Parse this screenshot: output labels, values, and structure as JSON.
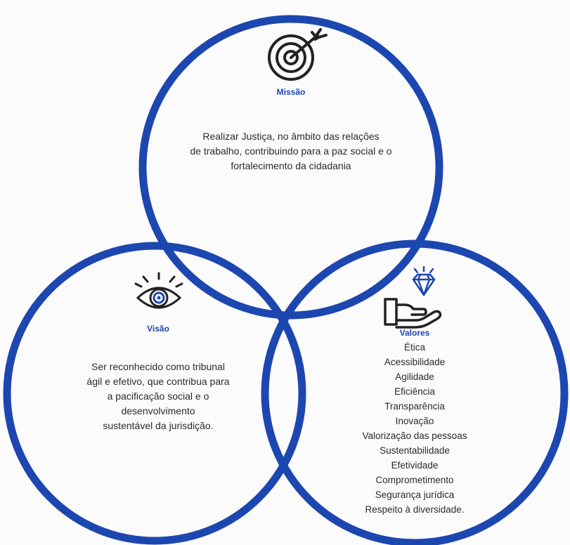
{
  "colors": {
    "ring": "#1d47b0",
    "accent": "#1d47b0",
    "text": "#2b2b2b",
    "background": "#fbfbfb"
  },
  "missao": {
    "icon": "target-arrow-icon",
    "title": "Missão",
    "lines": [
      "Realizar Justiça, no âmbito das relações",
      "de trabalho, contribuindo para a paz social e o",
      "fortalecimento da cidadania"
    ]
  },
  "visao": {
    "icon": "eye-icon",
    "title": "Visão",
    "lines": [
      "Ser reconhecido como tribunal",
      "ágil e efetivo, que contribua para",
      "a pacificação social e o",
      "desenvolvimento",
      "sustentável da jurisdição."
    ]
  },
  "valores": {
    "icons": [
      "diamond-icon",
      "hand-icon"
    ],
    "title": "Valores",
    "items": [
      "Ética",
      "Acessibilidade",
      "Agilidade",
      "Eficiência",
      "Transparência",
      "Inovação",
      "Valorização das pessoas",
      "Sustentabilidade",
      "Efetividade",
      "Comprometimento",
      "Segurança jurídica",
      "Respeito à diversidade."
    ]
  }
}
